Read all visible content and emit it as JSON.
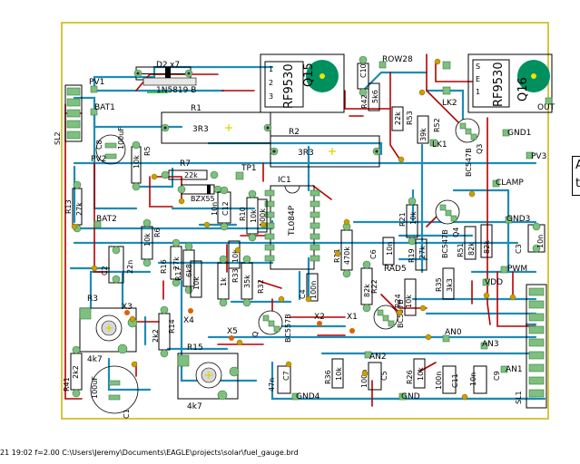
{
  "status_bar": {
    "text": "21 19:02  f=2.00  C:\\Users\\Jeremy\\Documents\\EAGLE\\projects\\solar\\fuel_gauge.brd"
  },
  "side_panel": {
    "line1": "A",
    "line2": "t"
  },
  "colors": {
    "board_outline": "#c8b400",
    "top_trace": "#b40000",
    "bottom_trace": "#1e8cb4",
    "pad": "#7ec080",
    "pad_hole": "#2a2a2a",
    "silkscreen": "#000000",
    "via": "#c8a000",
    "drill_mark": "#e0e000",
    "big_pad": "#009060",
    "ground_trace": "#00c000"
  },
  "labels": {
    "D2": "D2",
    "x7": "x7",
    "d1n5819": "1N5819 B",
    "PV1": "PV1",
    "BAT1": "BAT1",
    "R1": "R1",
    "R1v": "3R3",
    "R2": "R2",
    "R2v": "3R3",
    "R5": "R5",
    "R5v": "10k",
    "C8": "C8",
    "C8v": "100uF",
    "SL2": "SL2",
    "PV2": "PV2",
    "R7": "R7",
    "R7v": "22k",
    "ZD": "BZX55",
    "TP1": "TP1",
    "IC1": "IC1",
    "IC1v": "TL084P",
    "R13": "R13",
    "R13v": "27k",
    "BAT2": "BAT2",
    "C2": "C2",
    "C2v": "22n",
    "R6v": "10k",
    "R6": "R6",
    "R16": "R16",
    "R16v": "27k",
    "R17": "R17",
    "R17v": "6k8",
    "R3": "R3",
    "R3v": "4k7",
    "X3": "X3",
    "X4": "X4",
    "X5": "X5",
    "R14": "R14",
    "R14v": "2k2",
    "R15": "R15",
    "R15v": "4k7",
    "R41": "R41",
    "R41v": "2k2",
    "C1": "C1",
    "C1v": "100uF",
    "Q15": "Q15",
    "RF9530a": "RF9530",
    "Q16": "Q16",
    "RF9530b": "RF9530",
    "ROW28": "ROW28",
    "C10": "C10",
    "R42": "R42",
    "R42v": "5k6",
    "R53": "R53",
    "R53v": "22k",
    "R52": "R52",
    "R52v": "39k",
    "LK1": "LK1",
    "LK2": "LK2",
    "OUT": "OUT",
    "GND1": "GND1",
    "PV3": "PV3",
    "Q3": "Q3",
    "Q3v": "BC547B",
    "CLAMP": "CLAMP",
    "GND3": "GND3",
    "C3": "C3",
    "C3v": "10n",
    "R21": "R21",
    "R21v": "10k",
    "Q4": "Q4",
    "Q4v": "BC547B",
    "R19": "R19",
    "R19v": "27k",
    "R51": "R51",
    "R51v": "82k",
    "R50v": "82k",
    "C6": "C6",
    "C6v": "10n",
    "RAD5": "RAD5",
    "PWM": "PWM",
    "VDD": "VDD",
    "R35": "R35",
    "R35v": "3k3",
    "R22": "R22",
    "R22v": "82k",
    "R24": "R24",
    "R24v": "10k",
    "C4": "C4",
    "C4v": "100n",
    "R11": "R11",
    "R11v": "470k",
    "C12": "C12",
    "C12v": "10n",
    "R8": "R8",
    "R8v": "100k",
    "R9v": "10k",
    "R9": "R9",
    "R32": "R32",
    "R32v": "35k",
    "R33": "R33",
    "R33v": "1k",
    "R34v": "10k",
    "R34": "R34",
    "R10": "R10",
    "R10v": "10k",
    "Q": "Q",
    "BC557B": "BC557B",
    "X2": "X2",
    "X1": "X1",
    "Q5v": "BC557B",
    "AN0": "AN0",
    "AN2": "AN2",
    "AN3": "AN3",
    "AN1": "AN1",
    "LS1": "SL1",
    "R36": "R36",
    "R36v": "10k",
    "C5": "C5",
    "C5v": "100n",
    "C7": "C7",
    "C7v": "47n",
    "GND4": "GND4",
    "GND": "GND",
    "R26": "R26",
    "R26v": "10k",
    "C11": "C11",
    "C11v": "100n",
    "C9": "C9",
    "C9v": "10n",
    "PV": "PV"
  }
}
